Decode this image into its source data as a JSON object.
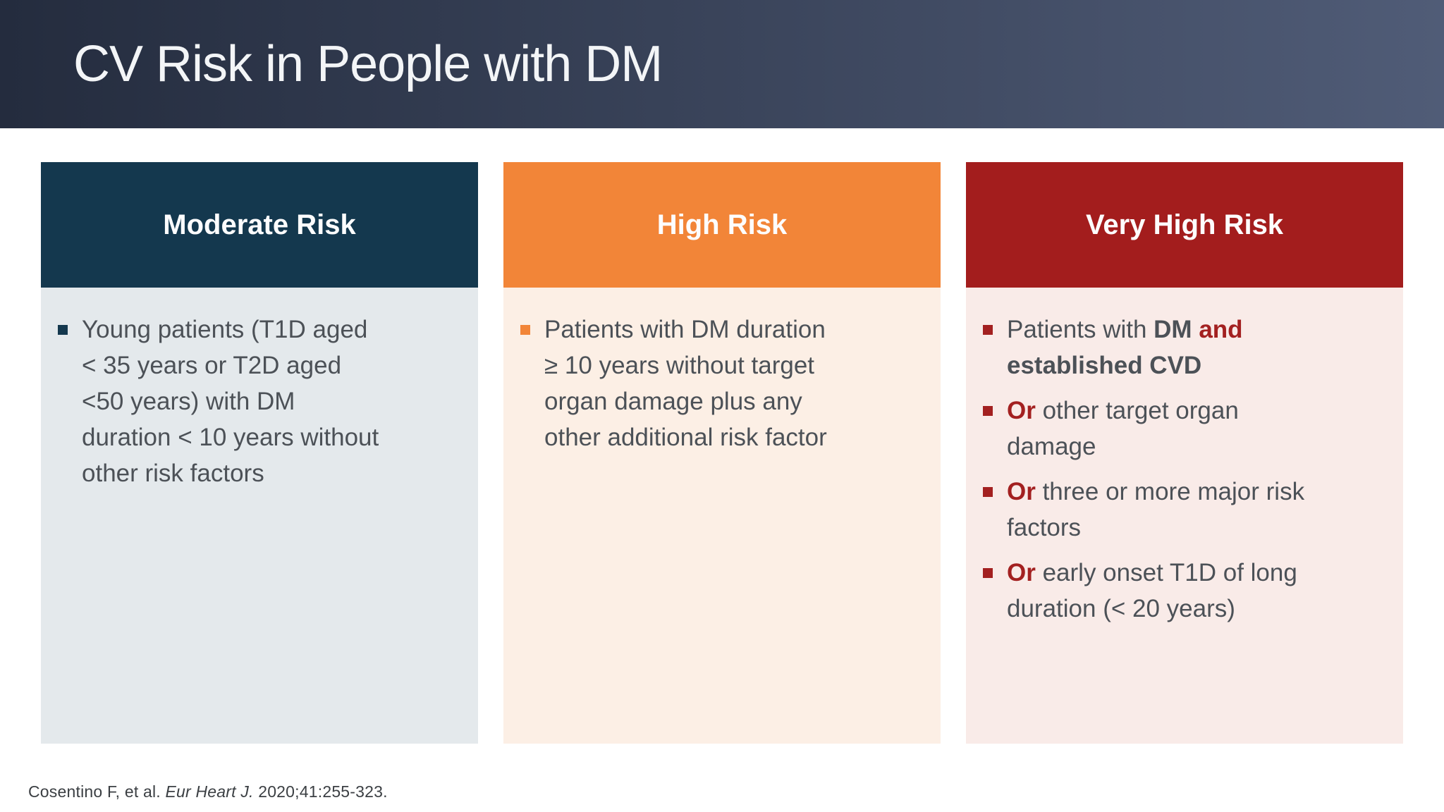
{
  "slide": {
    "title": "CV Risk in People with DM",
    "banner_gradient": [
      "#242c3e",
      "#505c77"
    ],
    "text_color": "#4c5157",
    "citation": {
      "prefix": "Cosentino F, et al. ",
      "journal": "Eur Heart J.",
      "suffix": " 2020;41:255-323."
    },
    "columns": [
      {
        "id": "moderate",
        "header": "Moderate Risk",
        "header_color": "#14384e",
        "body_color": "#e4e9ec",
        "accent_color": "#14384e",
        "items": [
          {
            "runs": [
              {
                "text": "Young patients (T1D aged"
              },
              {
                "break": true
              },
              {
                "text": "< 35 years or T2D aged"
              },
              {
                "break": true
              },
              {
                "text": "<50 years) with DM"
              },
              {
                "break": true
              },
              {
                "text": "duration < 10 years without"
              },
              {
                "break": true
              },
              {
                "text": "other risk factors"
              }
            ]
          }
        ]
      },
      {
        "id": "high",
        "header": "High Risk",
        "header_color": "#f28538",
        "body_color": "#fcefe5",
        "accent_color": "#f28538",
        "items": [
          {
            "runs": [
              {
                "text": "Patients with DM duration"
              },
              {
                "break": true
              },
              {
                "text": "≥ 10 years without target"
              },
              {
                "break": true
              },
              {
                "text": "organ damage plus any"
              },
              {
                "break": true
              },
              {
                "text": "other additional risk factor"
              }
            ]
          }
        ]
      },
      {
        "id": "very-high",
        "header": "Very High Risk",
        "header_color": "#a31d1d",
        "body_color": "#f9ebe8",
        "accent_color": "#a32020",
        "items": [
          {
            "runs": [
              {
                "text": "Patients with "
              },
              {
                "text": "DM ",
                "bold": true
              },
              {
                "text": "and",
                "bold": true,
                "accent": true
              },
              {
                "break": true
              },
              {
                "text": "established CVD",
                "bold": true
              }
            ]
          },
          {
            "runs": [
              {
                "text": "Or",
                "bold": true,
                "accent": true
              },
              {
                "text": " other target organ"
              },
              {
                "break": true
              },
              {
                "text": "damage"
              }
            ]
          },
          {
            "runs": [
              {
                "text": "Or",
                "bold": true,
                "accent": true
              },
              {
                "text": " three or more major risk"
              },
              {
                "break": true
              },
              {
                "text": "factors"
              }
            ]
          },
          {
            "runs": [
              {
                "text": "Or",
                "bold": true,
                "accent": true
              },
              {
                "text": " early onset T1D of long"
              },
              {
                "break": true
              },
              {
                "text": "duration (< 20 years)"
              }
            ]
          }
        ]
      }
    ]
  }
}
